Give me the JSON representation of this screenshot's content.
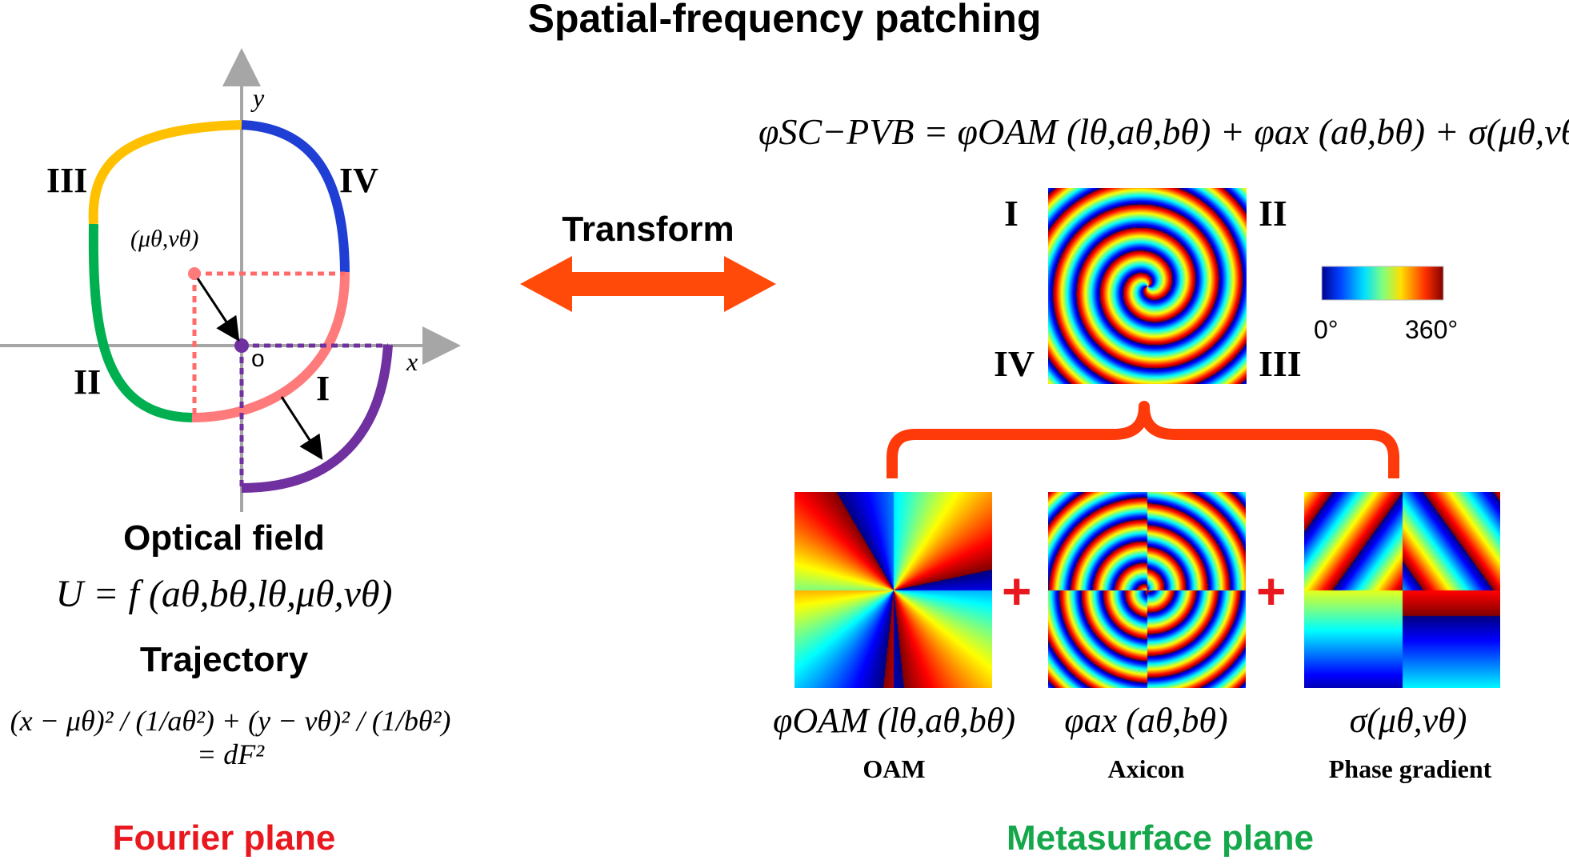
{
  "title": "Spatial-frequency patching",
  "fourier": {
    "axis_x": "x",
    "axis_y": "y",
    "origin": "o",
    "quadrant_I": "I",
    "quadrant_II": "II",
    "quadrant_III": "III",
    "quadrant_IV": "IV",
    "center_label": "(μθ,νθ)",
    "optical_field_heading": "Optical field",
    "optical_field_eq": "U = f (aθ,bθ,lθ,μθ,νθ)",
    "trajectory_heading": "Trajectory",
    "trajectory_eq": "(x − μθ)² / (1/aθ²) + (y − νθ)² / (1/bθ²) = dF²",
    "plane_label": "Fourier plane",
    "plane_color": "#e8181e",
    "colors": {
      "q1": "#7030a0",
      "q2": "#00b050",
      "q3": "#ffc000",
      "q4": "#1f3fd4",
      "center": "#ff7b7b"
    }
  },
  "transform_label": "Transform",
  "arrow_color": "#ff4a0a",
  "metasurface": {
    "equation": "φSC−PVB = φOAM (lθ,aθ,bθ) + φax (aθ,bθ) + σ(μθ,νθ)",
    "quadrant_I": "I",
    "quadrant_II": "II",
    "quadrant_III": "III",
    "quadrant_IV": "IV",
    "colorbar_min": "0°",
    "colorbar_max": "360°",
    "plus": "+",
    "components": [
      {
        "formula": "φOAM (lθ,aθ,bθ)",
        "name": "OAM"
      },
      {
        "formula": "φax (aθ,bθ)",
        "name": "Axicon"
      },
      {
        "formula": "σ(μθ,νθ)",
        "name": "Phase gradient"
      }
    ],
    "plane_label": "Metasurface plane",
    "plane_color": "#14a84a"
  }
}
